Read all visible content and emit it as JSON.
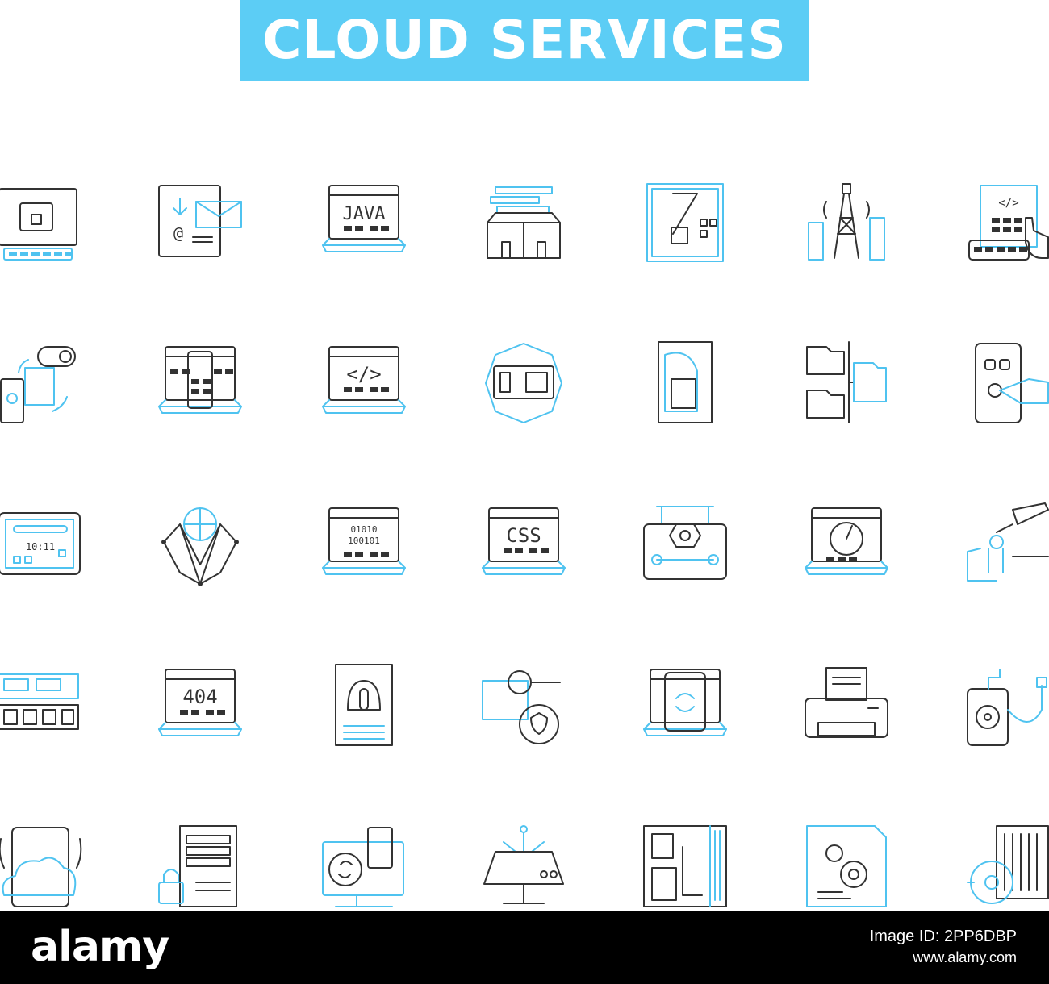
{
  "header": {
    "title": "CLOUD SERVICES"
  },
  "colors": {
    "accent": "#5ccdf5",
    "line_blue": "#4fc3f0",
    "line_dark": "#333333",
    "footer_bg": "#000000"
  },
  "icons": [
    {
      "name": "secure-folder-computer-icon",
      "kind": "monitor",
      "label": ""
    },
    {
      "name": "tablet-email-icon",
      "kind": "tablet-mail",
      "label": ""
    },
    {
      "name": "java-laptop-icon",
      "kind": "laptop-text",
      "label": "JAVA"
    },
    {
      "name": "server-box-icon",
      "kind": "box-servers",
      "label": ""
    },
    {
      "name": "circuit-board-icon",
      "kind": "board",
      "label": ""
    },
    {
      "name": "signal-tower-icon",
      "kind": "tower",
      "label": ""
    },
    {
      "name": "code-touch-screen-icon",
      "kind": "code-hand",
      "label": "</>"
    },
    {
      "name": "device-sync-icon",
      "kind": "sync-devices",
      "label": ""
    },
    {
      "name": "mobile-app-laptop-icon",
      "kind": "laptop-phone",
      "label": ""
    },
    {
      "name": "code-laptop-icon",
      "kind": "laptop-text",
      "label": "</>"
    },
    {
      "name": "power-switch-icon",
      "kind": "hex-switch",
      "label": ""
    },
    {
      "name": "hard-drive-icon",
      "kind": "drive",
      "label": ""
    },
    {
      "name": "folder-network-icon",
      "kind": "folders",
      "label": ""
    },
    {
      "name": "phone-touch-icon",
      "kind": "phone-hand",
      "label": ""
    },
    {
      "name": "tablet-clock-icon",
      "kind": "tablet-clock",
      "label": "10:11"
    },
    {
      "name": "global-network-icon",
      "kind": "network",
      "label": ""
    },
    {
      "name": "binary-laptop-icon",
      "kind": "laptop-binary",
      "label": "01010 100101"
    },
    {
      "name": "css-laptop-icon",
      "kind": "laptop-text",
      "label": "CSS"
    },
    {
      "name": "hardware-tools-icon",
      "kind": "nut-wrench",
      "label": ""
    },
    {
      "name": "speed-dashboard-icon",
      "kind": "laptop-gauge",
      "label": ""
    },
    {
      "name": "ethernet-cable-icon",
      "kind": "cable",
      "label": ""
    },
    {
      "name": "memory-module-icon",
      "kind": "ram",
      "label": ""
    },
    {
      "name": "error-404-laptop-icon",
      "kind": "laptop-text",
      "label": "404"
    },
    {
      "name": "power-supply-icon",
      "kind": "ups",
      "label": ""
    },
    {
      "name": "security-search-icon",
      "kind": "search-shield",
      "label": ""
    },
    {
      "name": "mobile-sync-laptop-icon",
      "kind": "laptop-phone-sync",
      "label": ""
    },
    {
      "name": "printer-icon",
      "kind": "printer",
      "label": ""
    },
    {
      "name": "external-drive-icon",
      "kind": "ext-drive",
      "label": ""
    },
    {
      "name": "cloud-tablet-icon",
      "kind": "cloud-tablet",
      "label": ""
    },
    {
      "name": "locked-document-icon",
      "kind": "lock-doc",
      "label": ""
    },
    {
      "name": "sync-monitor-icon",
      "kind": "monitor-sync",
      "label": ""
    },
    {
      "name": "network-router-icon",
      "kind": "router",
      "label": ""
    },
    {
      "name": "computer-case-icon",
      "kind": "case",
      "label": ""
    },
    {
      "name": "settings-document-icon",
      "kind": "gear-doc",
      "label": ""
    },
    {
      "name": "cooling-fan-icon",
      "kind": "radiator",
      "label": ""
    }
  ],
  "footer": {
    "logo": "alamy",
    "image_id": "Image ID: 2PP6DBP",
    "url": "www.alamy.com"
  }
}
